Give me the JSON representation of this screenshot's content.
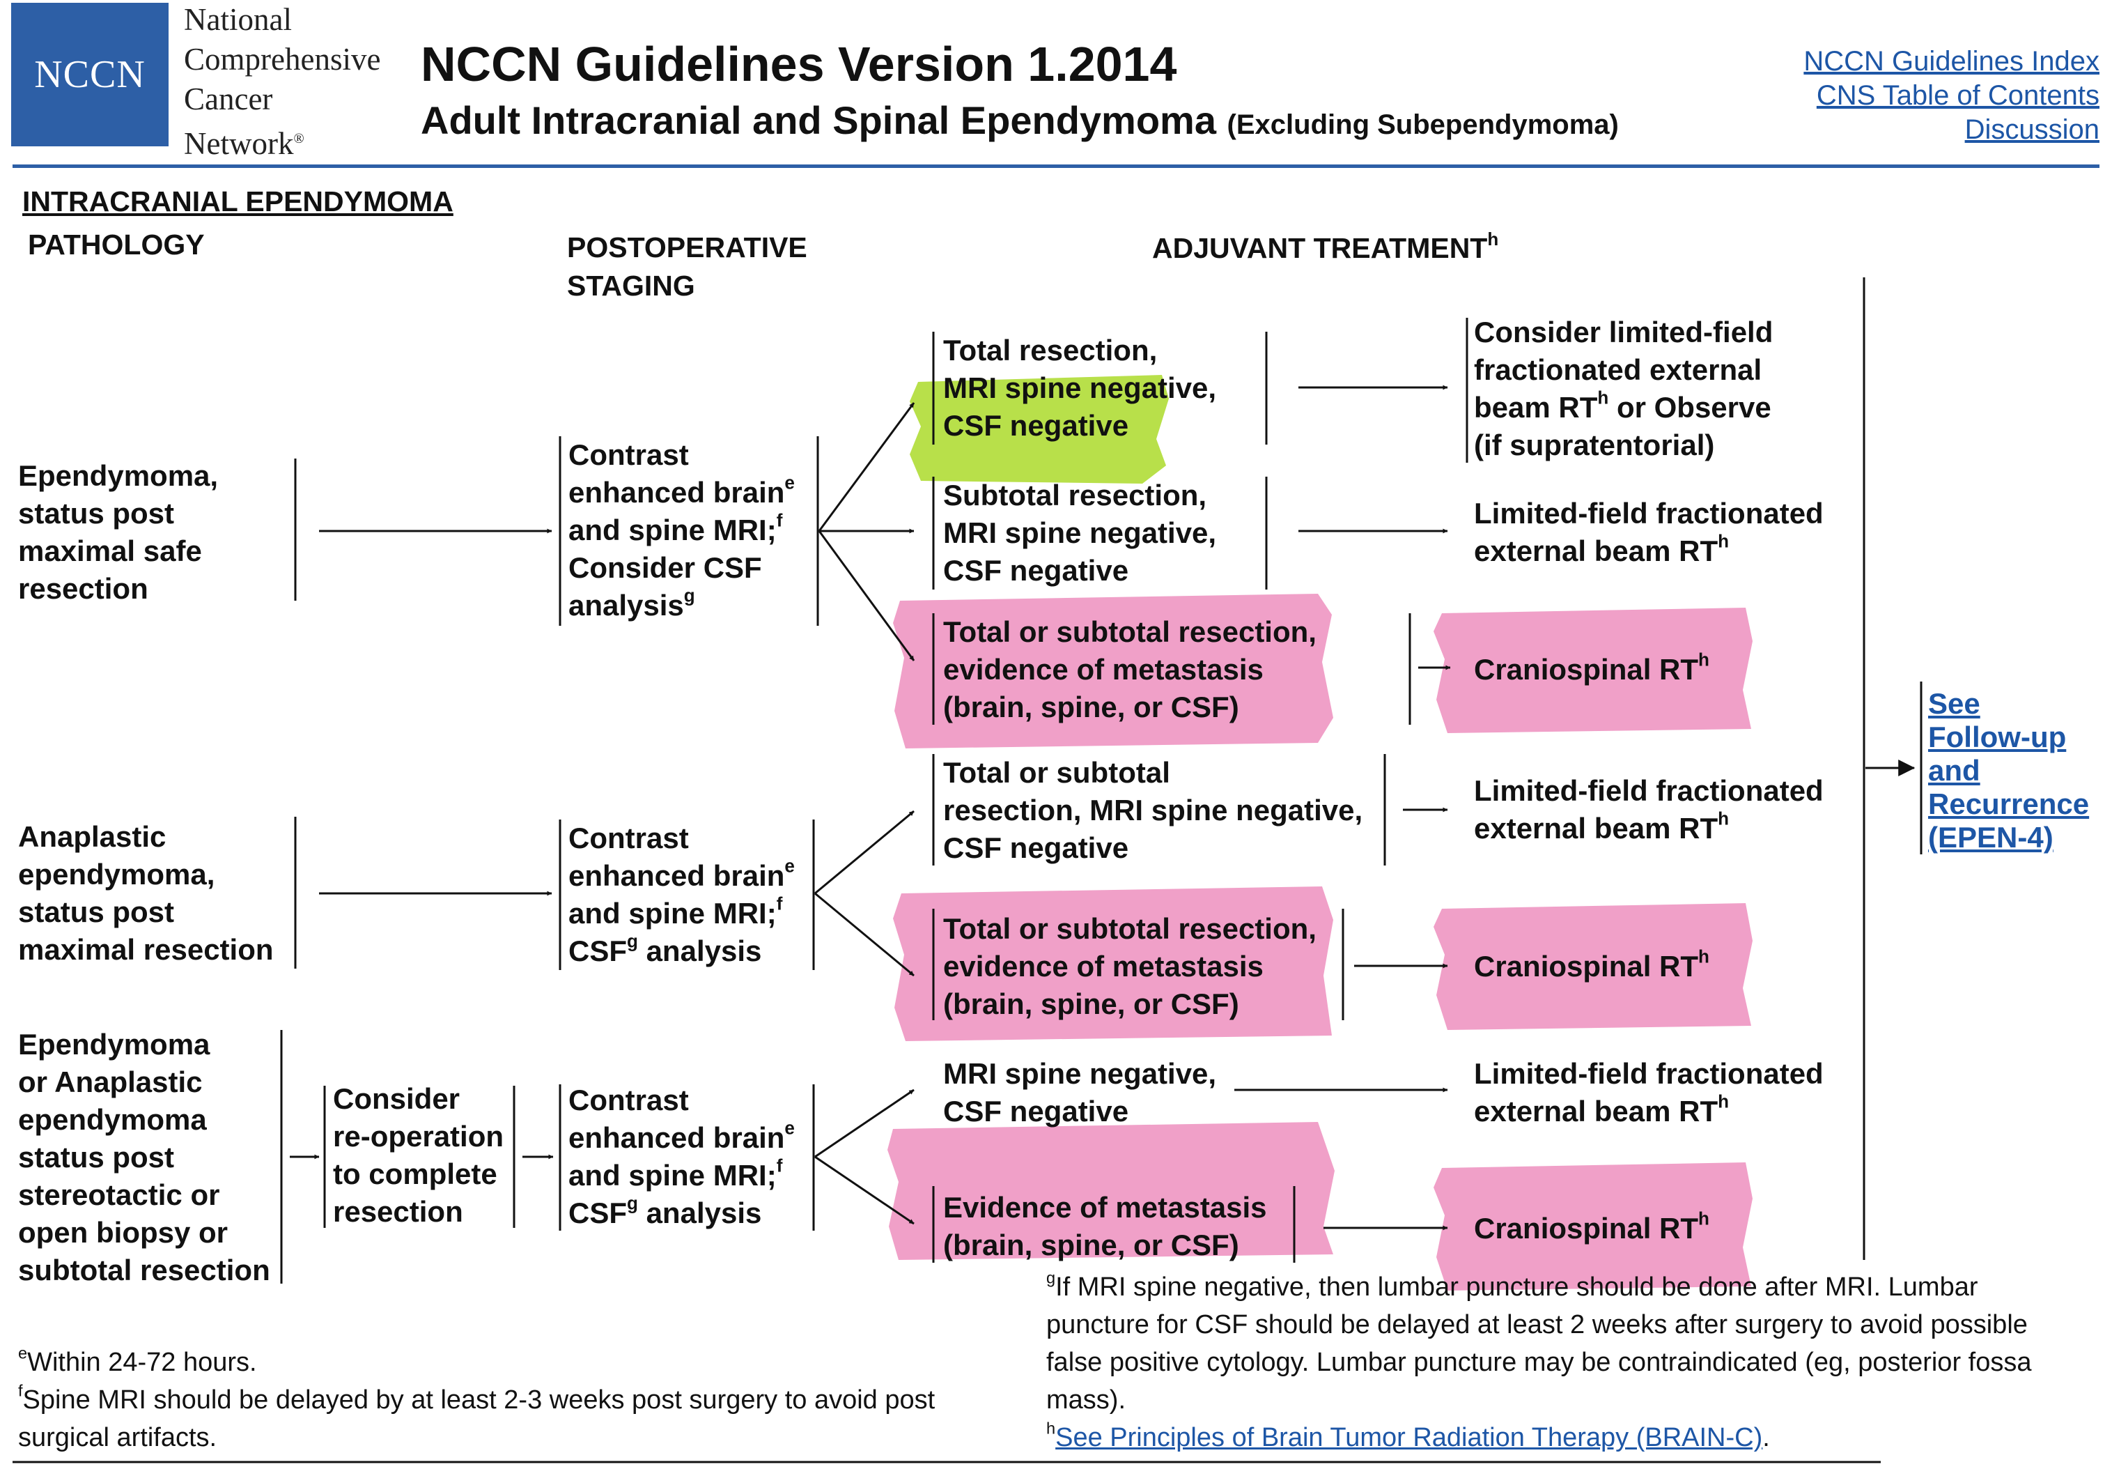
{
  "header": {
    "logo_abbr": "NCCN",
    "logo_lines": [
      "National",
      "Comprehensive",
      "Cancer",
      "Network"
    ],
    "logo_trademark": "®",
    "title": "NCCN Guidelines Version 1.2014",
    "subtitle": "Adult Intracranial and Spinal Ependymoma",
    "subtitle_note": "(Excluding Subependymoma)",
    "links": [
      "NCCN Guidelines Index",
      "CNS Table of Contents",
      "Discussion"
    ]
  },
  "section_title": "INTRACRANIAL EPENDYMOMA",
  "columns": {
    "pathology": "PATHOLOGY",
    "staging": [
      "POSTOPERATIVE",
      "STAGING"
    ],
    "adjuvant": "ADJUVANT TREATMENT",
    "adjuvant_sup": "h"
  },
  "pathology": {
    "p1": [
      "Ependymoma,",
      "status post",
      "maximal safe",
      "resection"
    ],
    "p2": [
      "Anaplastic",
      "ependymoma,",
      "status post",
      "maximal resection"
    ],
    "p3": [
      "Ependymoma",
      "or Anaplastic",
      "ependymoma",
      "status post",
      "stereotactic or",
      "open biopsy or",
      "subtotal resection"
    ]
  },
  "reoperation": [
    "Consider",
    "re-operation",
    "to complete",
    "resection"
  ],
  "staging": {
    "s1": {
      "l1": "Contrast",
      "l2": "enhanced brain",
      "l2_sup": "e",
      "l3": "and spine MRI;",
      "l3_sup": "f",
      "l4": "Consider CSF",
      "l5": "analysis",
      "l5_sup": "g"
    },
    "s2": {
      "l1": "Contrast",
      "l2": "enhanced brain",
      "l2_sup": "e",
      "l3": "and spine MRI;",
      "l3_sup": "f",
      "l4a": "CSF",
      "l4_sup": "g",
      "l4b": " analysis"
    },
    "s3": {
      "l1": "Contrast",
      "l2": "enhanced brain",
      "l2_sup": "e",
      "l3": "and spine MRI;",
      "l3_sup": "f",
      "l4a": "CSF",
      "l4_sup": "g",
      "l4b": " analysis"
    }
  },
  "findings": {
    "f1": [
      "Total resection,",
      "MRI spine negative,",
      "CSF negative"
    ],
    "f2": [
      "Subtotal resection,",
      "MRI spine negative,",
      "CSF negative"
    ],
    "f3": [
      "Total or subtotal resection,",
      "evidence of metastasis",
      "(brain, spine, or CSF)"
    ],
    "f4": [
      "Total or subtotal",
      "resection, MRI spine negative,",
      "CSF negative"
    ],
    "f5": [
      "Total or subtotal resection,",
      "evidence of metastasis",
      "(brain, spine, or CSF)"
    ],
    "f6": [
      "MRI spine negative,",
      "CSF negative"
    ],
    "f7": [
      "Evidence of metastasis",
      "(brain, spine, or CSF)"
    ]
  },
  "treatments": {
    "t1": {
      "l1": "Consider limited-field",
      "l2": "fractionated external",
      "l3a": "beam RT",
      "l3_sup": "h",
      "l3b": " or Observe",
      "l4": "(if supratentorial)"
    },
    "t2": {
      "l1": "Limited-field fractionated",
      "l2": "external beam RT",
      "sup": "h"
    },
    "t3": {
      "text": "Craniospinal RT",
      "sup": "h"
    },
    "t4": {
      "l1": "Limited-field fractionated",
      "l2": "external beam RT",
      "sup": "h"
    },
    "t5": {
      "text": "Craniospinal RT",
      "sup": "h"
    },
    "t6": {
      "l1": "Limited-field fractionated",
      "l2": "external beam RT",
      "sup": "h"
    },
    "t7": {
      "text": "Craniospinal RT",
      "sup": "h"
    }
  },
  "follow_up": [
    "See",
    "Follow-up",
    "and",
    "Recurrence",
    "(EPEN-4)"
  ],
  "footnotes": {
    "e": {
      "mark": "e",
      "text": "Within 24-72 hours."
    },
    "f": {
      "mark": "f",
      "lines": [
        "Spine MRI should be delayed by at least 2-3 weeks post surgery to avoid post",
        "surgical artifacts."
      ]
    },
    "g": {
      "mark": "g",
      "lines": [
        "If MRI spine negative, then lumbar puncture should be done after MRI. Lumbar",
        "puncture for CSF should be delayed at least 2 weeks after surgery to avoid possible",
        "false positive cytology. Lumbar puncture may be contraindicated (eg, posterior fossa",
        "mass)."
      ]
    },
    "h": {
      "mark": "h",
      "link": "See Principles of Brain Tumor Radiation Therapy (BRAIN-C)",
      "after": "."
    }
  },
  "colors": {
    "brand_blue": "#2d5fa6",
    "link_blue": "#1d56a6",
    "highlight_pink": "#f0a0c8",
    "highlight_green": "#b8e04a"
  }
}
